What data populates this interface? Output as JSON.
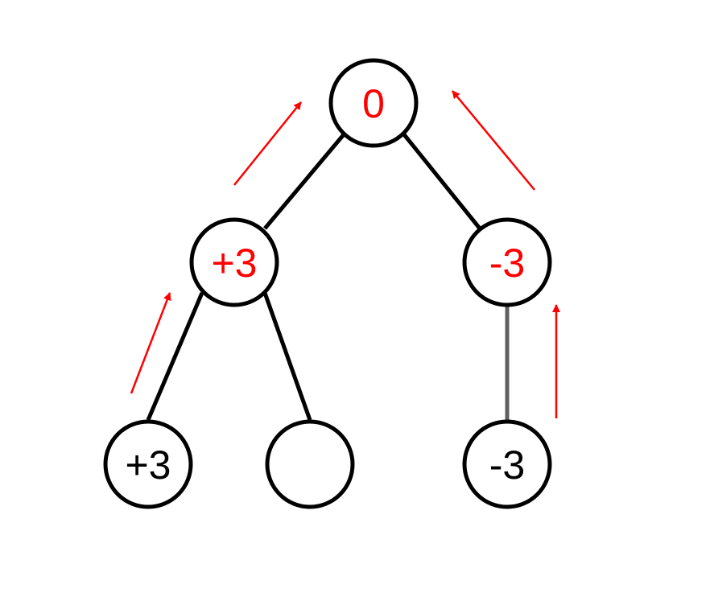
{
  "colors": {
    "background": "#ffffff",
    "node_stroke": "#000000",
    "node_fill": "#ffffff",
    "edge": "#000000",
    "edge_secondary": "#606060",
    "arrow": "#ff0000",
    "computed_value": "#ff0000",
    "leaf_value": "#000000"
  },
  "nodes": {
    "root": {
      "label": "0"
    },
    "left": {
      "label": "+3"
    },
    "right": {
      "label": "-3"
    },
    "leaf_left_left": {
      "label": "+3"
    },
    "leaf_left_right": {
      "label": ""
    },
    "leaf_right": {
      "label": "-3"
    }
  }
}
